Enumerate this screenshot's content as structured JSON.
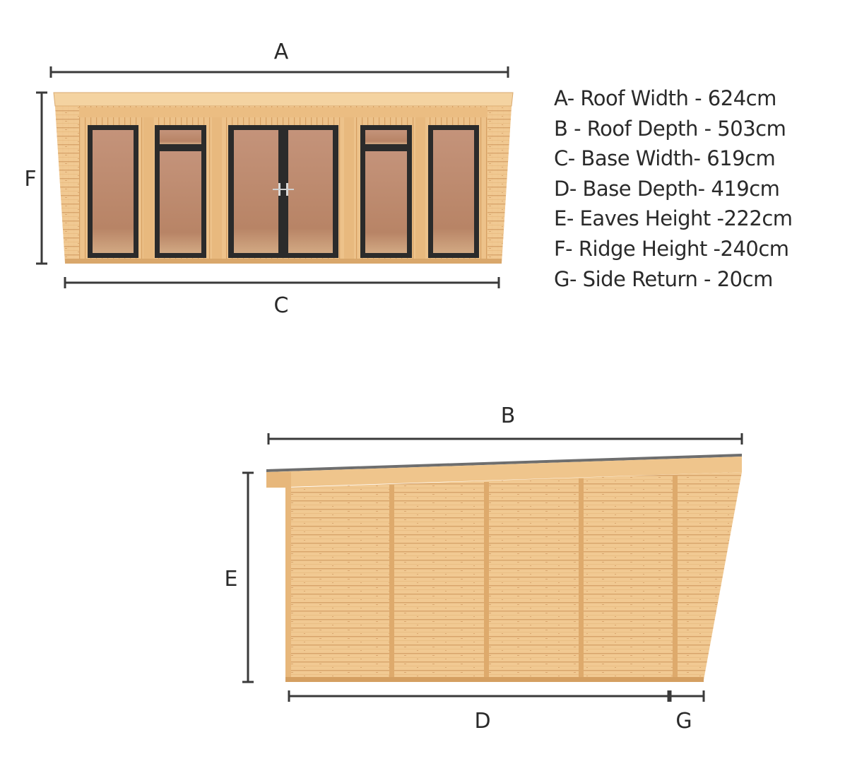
{
  "dimension_letters": {
    "a": "A",
    "b": "B",
    "c": "C",
    "d": "D",
    "e": "E",
    "f": "F",
    "g": "G"
  },
  "specs": [
    "A- Roof Width - 624cm",
    "B - Roof Depth - 503cm",
    "C- Base Width- 619cm",
    "D- Base Depth- 419cm",
    "E- Eaves Height -222cm",
    "F- Ridge Height -240cm",
    "G- Side Return - 20cm"
  ],
  "colors": {
    "timber_light": "#f2cc96",
    "timber_mid": "#e3b277",
    "timber_dark": "#c8925a",
    "glass": "#b9856a",
    "frame": "#2b2b2b",
    "dimension_line": "#3a3a3a",
    "roof_trim": "#6e6e6e"
  },
  "views": {
    "front": "front-elevation",
    "side": "side-elevation"
  }
}
